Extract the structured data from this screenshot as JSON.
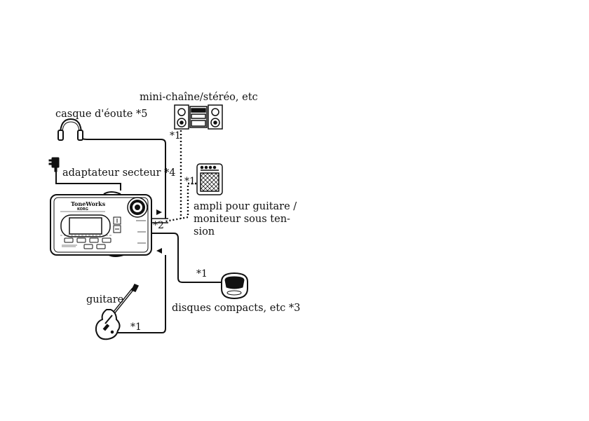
{
  "labels": {
    "stereo": "mini-chaîne/stéréo, etc",
    "headphones": "casque d'éoute *5",
    "adapter": "adaptateur secteur *4",
    "amp_line1": "ampli pour guitare /",
    "amp_line2": "moniteur sous ten-",
    "amp_line3": "sion",
    "cd": "disques compacts, etc *3",
    "guitar": "guitare"
  },
  "notes": {
    "stereo_cable": "*1",
    "amp_cable": "*1",
    "output_jack": "*2",
    "cd_cable": "*1",
    "guitar_cable": "*1"
  },
  "device": {
    "brand": "ToneWorks",
    "maker": "KORG"
  },
  "colors": {
    "line": "#111111",
    "background": "#ffffff"
  }
}
